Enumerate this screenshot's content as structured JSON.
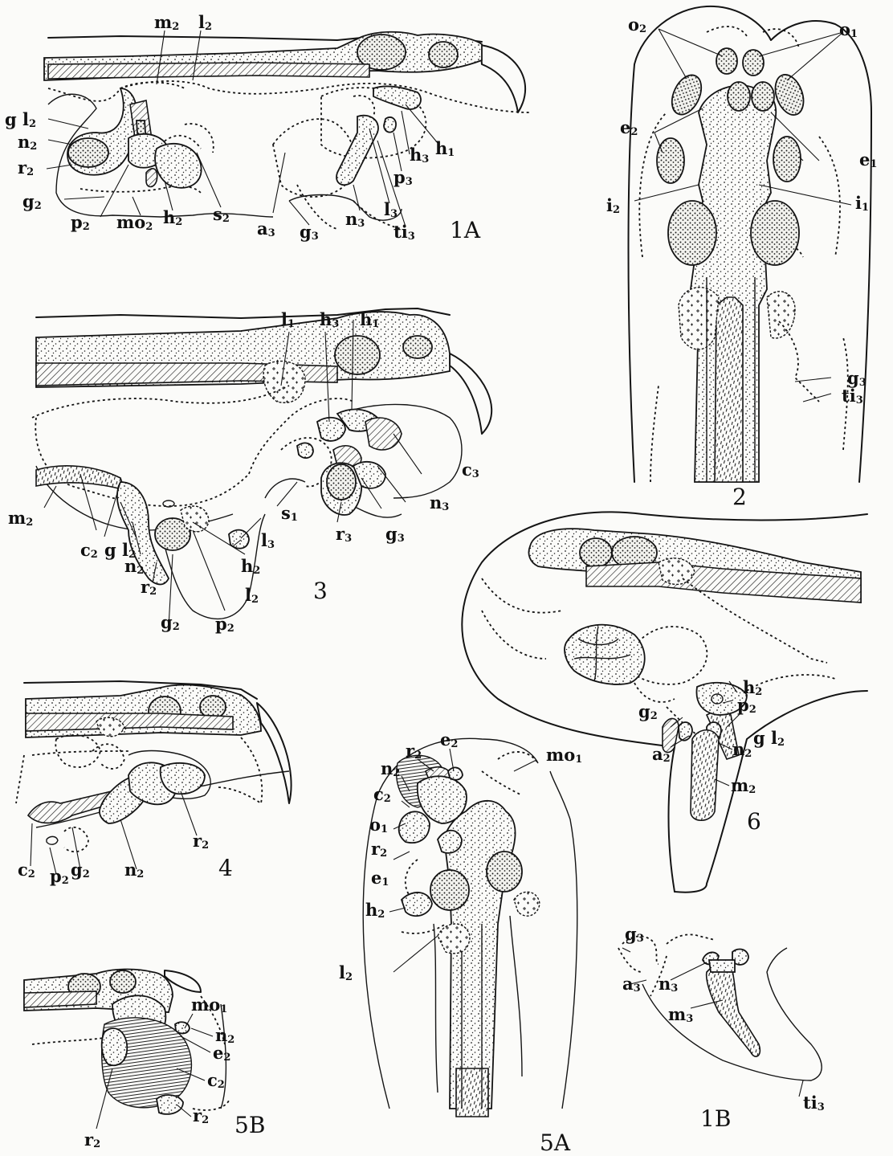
{
  "figures": {
    "fig1A": {
      "number": "1A",
      "labels": {
        "m2": "m2",
        "l2": "l2",
        "gl2": "g l2",
        "n2": "n2",
        "r2": "r2",
        "g2": "g2",
        "p2": "p2",
        "mo2": "mo2",
        "h2": "h2",
        "s2": "s2",
        "a3": "a3",
        "g3": "g3",
        "n3": "n3",
        "ti3": "ti3",
        "l3": "l3",
        "p3": "p3",
        "h3": "h3",
        "h1": "h1"
      }
    },
    "fig1B": {
      "number": "1B",
      "labels": {
        "g3": "g3",
        "a3": "a3",
        "n3": "n3",
        "m3": "m3",
        "ti3": "ti3"
      }
    },
    "fig2": {
      "number": "2",
      "labels": {
        "o2": "o2",
        "o1": "o1",
        "e2": "e2",
        "e1": "e1",
        "i2": "i2",
        "i1": "i1",
        "g3": "g3",
        "ti3": "ti3"
      }
    },
    "fig3": {
      "number": "3",
      "labels": {
        "l1": "l1",
        "h3": "h3",
        "h1": "h1",
        "c3": "c3",
        "n3": "n3",
        "g3": "g3",
        "r3": "r3",
        "s1": "s1",
        "l3": "l3",
        "h2": "h2",
        "l2": "l2",
        "p2": "p2",
        "g2": "g2",
        "r2": "r2",
        "n2": "n2",
        "gl2": "g l2",
        "c2": "c2",
        "m2": "m2"
      }
    },
    "fig4": {
      "number": "4",
      "labels": {
        "r2": "r2",
        "n2": "n2",
        "g2": "g2",
        "p2": "p2",
        "c2": "c2"
      }
    },
    "fig5A": {
      "number": "5A",
      "labels": {
        "e2": "e2",
        "r2a": "r2",
        "n2": "n2",
        "mo1": "mo1",
        "c2": "c2",
        "o1": "o1",
        "r2b": "r2",
        "e1": "e1",
        "h2": "h2",
        "l2": "l2"
      }
    },
    "fig5B": {
      "number": "5B",
      "labels": {
        "mo1": "mo1",
        "n2": "n2",
        "e2": "e2",
        "c2": "c2",
        "r2a": "r2",
        "r2b": "r2"
      }
    },
    "fig6": {
      "number": "6",
      "labels": {
        "h2": "h2",
        "p2": "p2",
        "gl2": "g l2",
        "g2": "g2",
        "a2": "a2",
        "n2": "n2",
        "m2": "m2"
      }
    }
  }
}
